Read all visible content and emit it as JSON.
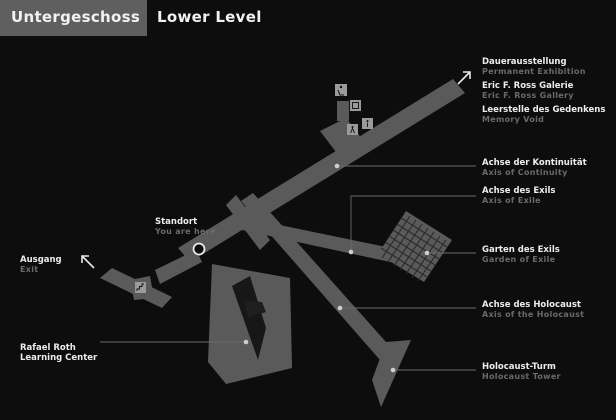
{
  "header": {
    "title_de": "Untergeschoss",
    "title_en": "Lower Level"
  },
  "legend": {
    "permanent_exhibition": {
      "de": "Dauerausstellung",
      "en": "Permanent Exhibition"
    },
    "ross_gallery": {
      "de": "Eric F. Ross Galerie",
      "en": "Eric F. Ross Gallery"
    },
    "memory_void": {
      "de": "Leerstelle des Gedenkens",
      "en": "Memory Void"
    },
    "axis_continuity": {
      "de": "Achse der Kontinuität",
      "en": "Axis of Continuity"
    },
    "axis_exile": {
      "de": "Achse des Exils",
      "en": "Axis of Exile"
    },
    "garden_exile": {
      "de": "Garten des Exils",
      "en": "Garden of Exile"
    },
    "axis_holocaust": {
      "de": "Achse des Holocaust",
      "en": "Axis of the Holocaust"
    },
    "holocaust_tower": {
      "de": "Holocaust-Turm",
      "en": "Holocaust Tower"
    },
    "you_are_here": {
      "de": "Standort",
      "en": "You are here"
    },
    "exit": {
      "de": "Ausgang",
      "en": "Exit"
    },
    "learning_center": {
      "de": "Rafael Roth\nLearning Center"
    }
  },
  "icons": [
    "wheelchair-icon",
    "elevator-icon",
    "restroom-icon",
    "stairs-icon"
  ],
  "colors": {
    "background": "#0d0d0d",
    "floorplan": "#5a5a5a",
    "label_german": "#ededed",
    "label_english": "#6a6a6a",
    "title_box": "#5f5f5f"
  }
}
